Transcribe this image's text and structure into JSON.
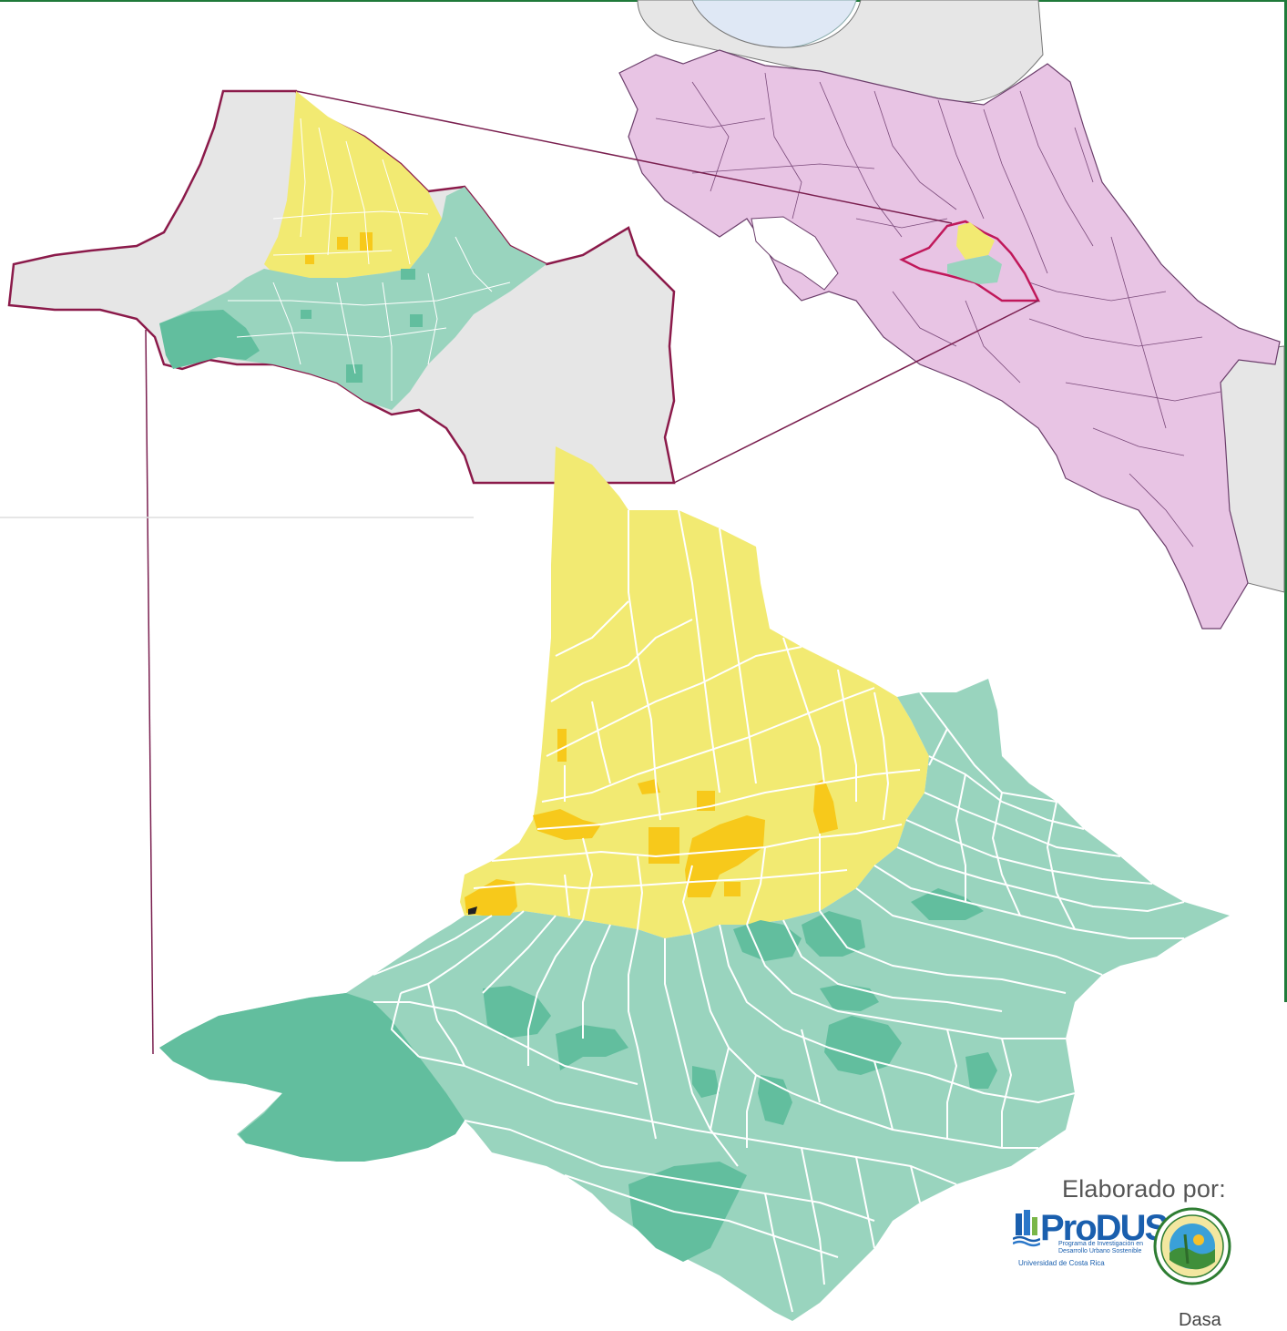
{
  "credits": {
    "label": "Elaborado por:",
    "logo_produs_name": "ProDUS",
    "logo_produs_tagline": "Programa de Investigación en Desarrollo Urbano Sostenible",
    "logo_produs_institution": "Universidad de Costa Rica",
    "seal_icon": "municipal-seal-icon",
    "partial_bottom_text": "Dasa"
  },
  "colors": {
    "country_fill": "#e8c4e4",
    "country_border": "#7a4a7a",
    "neighbor_fill": "#e6e6e6",
    "sea_fill": "#dfe8f5",
    "highlight_border": "#8b1a4a",
    "zone_yellow": "#f2ea72",
    "zone_yellow_dark": "#f7c91b",
    "zone_green_light": "#99d4be",
    "zone_green_mid": "#62be9e",
    "district_line": "#ffffff",
    "leader_line": "#7a1f4f"
  }
}
